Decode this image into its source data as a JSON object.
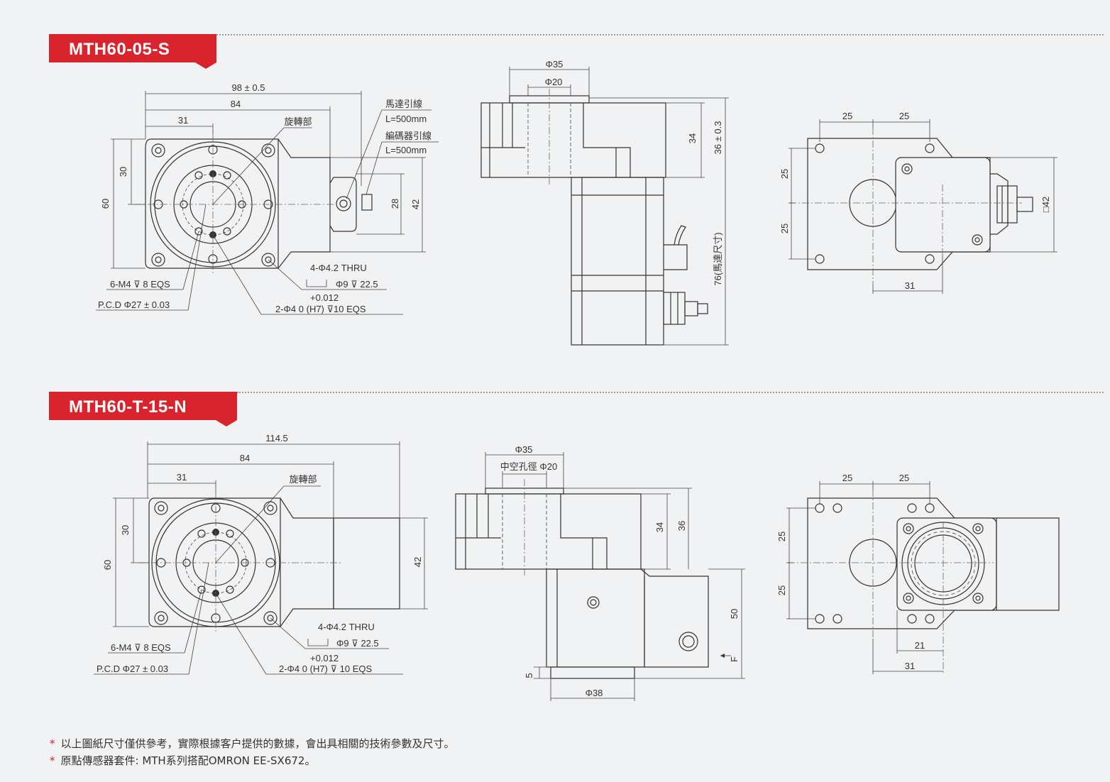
{
  "section1": {
    "title": "MTH60-05-S",
    "front": {
      "width_overall": "98 ± 0.5",
      "width_body": "84",
      "center_offset": "31",
      "height": "60",
      "half_height": "30",
      "rotating_part": "旋轉部",
      "motor_lead": "馬達引線",
      "motor_lead_len": "L=500mm",
      "encoder_lead": "編碼器引線",
      "encoder_lead_len": "L=500mm",
      "dim_28": "28",
      "dim_42": "42",
      "thru": "4-Φ4.2 THRU",
      "cbore": "Φ9 ⊽ 22.5",
      "m4": "6-M4 ⊽ 8 EQS",
      "pcd": "P.C.D  Φ27 ± 0.03",
      "tol": "+0.012",
      "pin": "2-Φ4   0   (H7) ⊽10 EQS"
    },
    "side": {
      "phi35": "Φ35",
      "phi20": "Φ20",
      "dim_34": "34",
      "dim_36": "36 ± 0.3",
      "motor_len": "76(馬達尺寸)"
    },
    "back": {
      "d25a": "25",
      "d25b": "25",
      "d25c": "25",
      "d25d": "25",
      "d31": "31",
      "sq42": "□42"
    }
  },
  "section2": {
    "title": "MTH60-T-15-N",
    "front": {
      "width_overall": "114.5",
      "width_body": "84",
      "center_offset": "31",
      "height": "60",
      "half_height": "30",
      "rotating_part": "旋轉部",
      "dim_42": "42",
      "thru": "4-Φ4.2 THRU",
      "cbore": "Φ9 ⊽ 22.5",
      "m4": "6-M4 ⊽ 8 EQS",
      "pcd": "P.C.D   Φ27 ± 0.03",
      "tol": "+0.012",
      "pin": "2-Φ4   0   (H7) ⊽ 10 EQS"
    },
    "side": {
      "phi35": "Φ35",
      "hollow": "中空孔徑 Φ20",
      "dim_34": "34",
      "dim_36": "36",
      "dim_50": "50",
      "dim_5": "5",
      "phi38": "Φ38",
      "f": "F"
    },
    "back": {
      "d25a": "25",
      "d25b": "25",
      "d25c": "25",
      "d25d": "25",
      "d21": "21",
      "d31": "31"
    }
  },
  "footnotes": [
    "以上圖紙尺寸僅供參考，實際根據客户提供的數據，會出具相關的技術參數及尺寸。",
    "原點傳感器套件: MTH系列搭配OMRON EE-SX672。"
  ],
  "colors": {
    "accent": "#d9232d",
    "background": "#f1f2f4",
    "line": "#333333"
  }
}
